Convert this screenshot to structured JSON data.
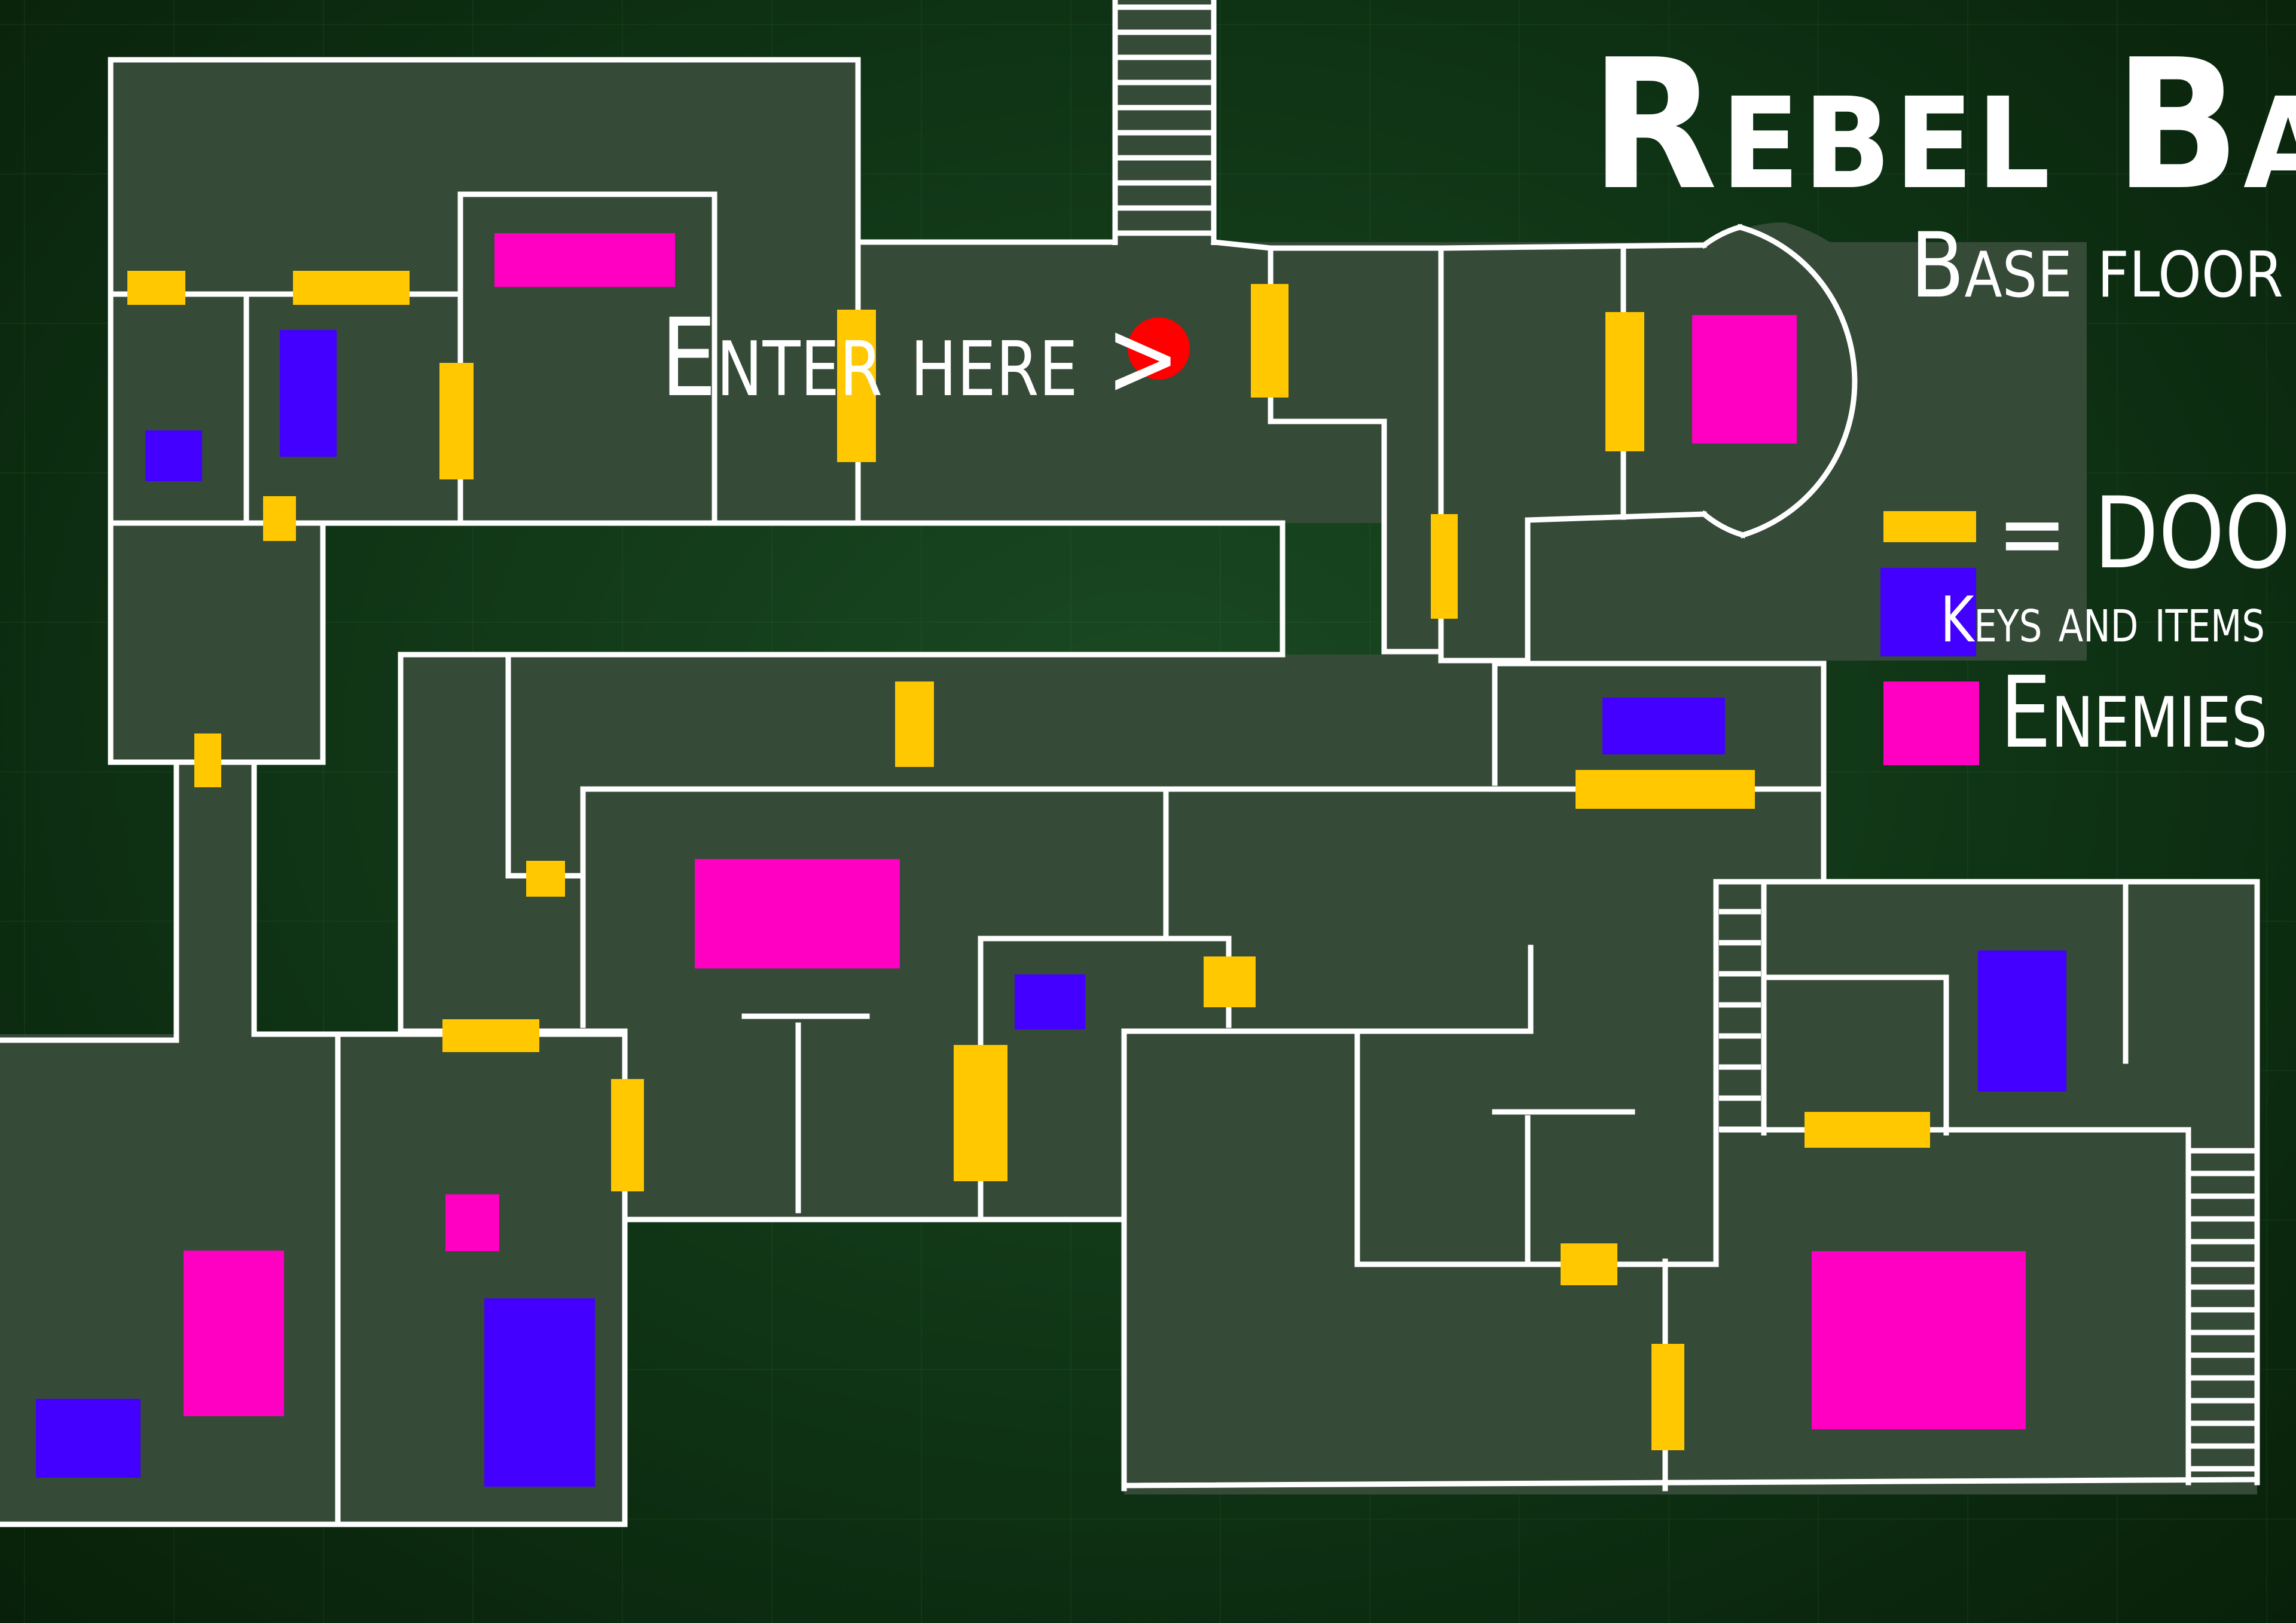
{
  "title": "Rebel Base",
  "subtitle": "Base floor",
  "entrance_label": "Enter here >",
  "legend": [
    {
      "key": "doors",
      "label": "= DOORS",
      "color": "#ffc800"
    },
    {
      "key": "items",
      "label": "Keys and items",
      "color": "#4400ff"
    },
    {
      "key": "enemies",
      "label": "Enemies",
      "color": "#ff00c3"
    }
  ],
  "colors": {
    "background": "#0f3315",
    "floor": "#354a37",
    "wall": "#ffffff",
    "door": "#ffc800",
    "item": "#4400ff",
    "enemy": "#ff00c3",
    "entrance_marker": "#ff0000"
  }
}
